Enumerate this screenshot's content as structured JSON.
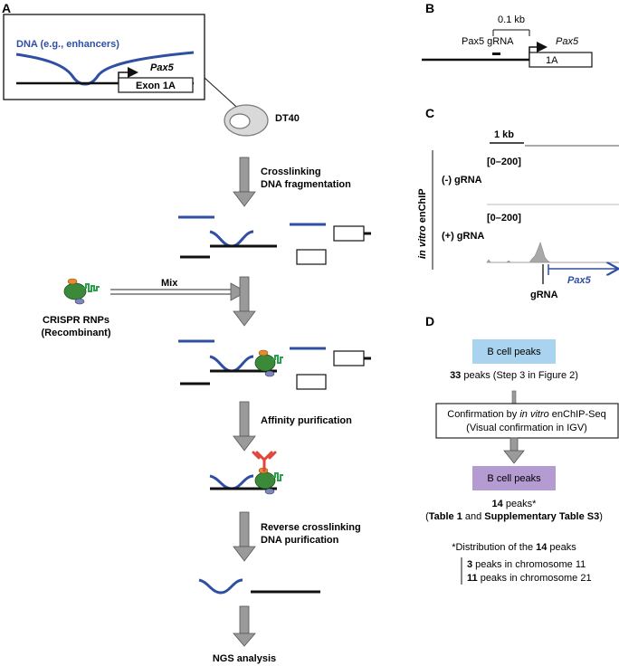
{
  "colors": {
    "dna_blue": "#2e4fa3",
    "arrow_gray": "#9a9a9a",
    "box_blue": "#a9d3ee",
    "box_purple": "#b49bd1",
    "rnp_green": "#3a8a3a",
    "rnp_orange": "#e88a2e",
    "grna_green": "#2aa24a",
    "antibody_red": "#e0463a",
    "track_gray": "#a8a8a8"
  },
  "icons": [
    "crispr-rnp-icon",
    "antibody-icon",
    "cell-icon",
    "down-arrow-icon",
    "tss-arrow-icon"
  ],
  "panel_a": {
    "label": "A",
    "inset_dna_label": "DNA (e.g., enhancers)",
    "inset_gene": "Pax5",
    "inset_exon": "Exon 1A",
    "cell": "DT40",
    "step1": [
      "Crosslinking",
      "DNA fragmentation"
    ],
    "mix": "Mix",
    "rnp": [
      "CRISPR RNPs",
      "(Recombinant)"
    ],
    "step2": "Affinity purification",
    "step3": [
      "Reverse crosslinking",
      "DNA purification"
    ],
    "step4": "NGS analysis"
  },
  "panel_b": {
    "label": "B",
    "scale": "0.1 kb",
    "grna": "Pax5 gRNA",
    "gene": "Pax5",
    "exon": "1A"
  },
  "panel_c": {
    "label": "C",
    "scale": "1 kb",
    "range1": "[0–200]",
    "range2": "[0–200]",
    "track_neg": "(-) gRNA",
    "track_pos": "(+) gRNA",
    "side_italic": "in vitro",
    "side_rest": " enChIP",
    "grna": "gRNA",
    "gene": "Pax5"
  },
  "panel_d": {
    "label": "D",
    "box1": "B cell peaks",
    "count1_num": "33",
    "count1_rest": " peaks (Step 3 in Figure 2)",
    "confirm_pre": "Confirmation by ",
    "confirm_italic": "in vitro",
    "confirm_post": " enChIP-Seq",
    "confirm_line2": "(Visual confirmation in IGV)",
    "box2": "B cell peaks",
    "count2_num": "14",
    "count2_rest": " peaks*",
    "ref_open": "(",
    "ref_table": "Table 1",
    "ref_and": " and ",
    "ref_supp": "Supplementary Table S3",
    "ref_close": ")",
    "dist_pre": "*Distribution of the ",
    "dist_num": "14",
    "dist_post": " peaks",
    "chr_lines": [
      {
        "num": "3",
        "text": " peaks in chromosome 11"
      },
      {
        "num": "11",
        "text": " peaks in chromosome 21"
      }
    ]
  }
}
